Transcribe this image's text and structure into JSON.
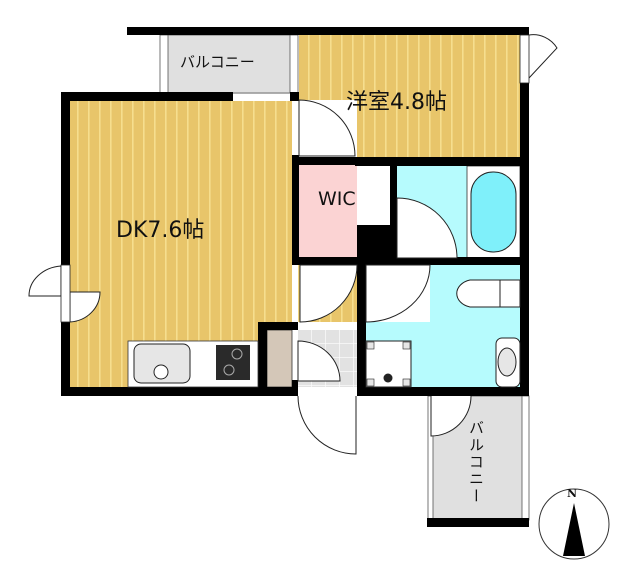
{
  "floor_plan": {
    "rooms": [
      {
        "id": "dk",
        "label": "DK7.6帖",
        "type": "dining-kitchen",
        "size_jo": 7.6
      },
      {
        "id": "bedroom",
        "label": "洋室4.8帖",
        "type": "western-room",
        "size_jo": 4.8
      },
      {
        "id": "wic",
        "label": "WIC",
        "type": "walk-in-closet"
      },
      {
        "id": "balcony_top",
        "label": "バルコニー",
        "type": "balcony"
      },
      {
        "id": "balcony_bottom",
        "label": "バルコニー",
        "type": "balcony"
      },
      {
        "id": "bathroom",
        "label": "",
        "type": "bath"
      },
      {
        "id": "washroom",
        "label": "",
        "type": "toilet-washroom"
      },
      {
        "id": "entrance",
        "label": "",
        "type": "genkan"
      }
    ],
    "fixtures": [
      "sink",
      "gas-stove",
      "bathtub",
      "toilet",
      "wash-basin",
      "washing-machine-pan",
      "shoe-storage"
    ],
    "compass": {
      "label": "N"
    },
    "colors": {
      "wall": "#000000",
      "flooring": "#E8C56A",
      "flooring_stripe": "#F6DE8E",
      "wic": "#FBD3D3",
      "wet_area": "#B6FBFD",
      "bathtub": "#7FF0FA",
      "balcony": "#E0E0E0",
      "shoe_storage": "#D4C7B8",
      "genkan_tile": "#E2E2E2"
    }
  }
}
